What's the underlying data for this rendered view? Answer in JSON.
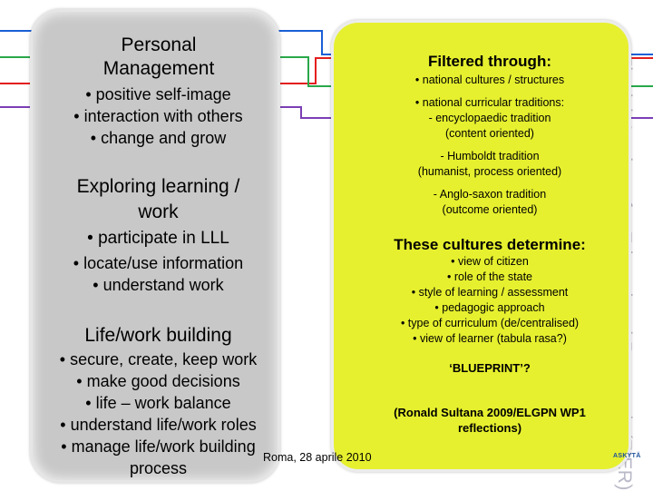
{
  "watermark": "Finnish Institute for Educational Research (FIER)",
  "left": {
    "title1": "Personal",
    "title2": "Management",
    "items1": [
      "• positive self-image",
      "• interaction with others",
      "• change and grow"
    ],
    "section2_line1": "Exploring learning /",
    "section2_line2": "work",
    "items2": [
      "• participate in LLL",
      "• locate/use information",
      "• understand work"
    ],
    "section3": "Life/work building",
    "items3": [
      "• secure, create, keep work",
      "• make good decisions",
      "• life – work balance",
      "• understand life/work roles",
      "• manage life/work building",
      "process"
    ]
  },
  "right": {
    "filtered_heading": "Filtered through:",
    "filtered_items": [
      "• national cultures / structures",
      "• national curricular traditions:",
      "- encyclopaedic tradition",
      "(content oriented)",
      "- Humboldt tradition",
      "(humanist, process oriented)",
      "- Anglo-saxon tradition",
      "(outcome oriented)"
    ],
    "cultures_heading": "These cultures determine:",
    "cultures_items": [
      "• view of citizen",
      "• role of the state",
      "• style of learning / assessment",
      "• pedagogic approach",
      "• type of curriculum (de/centralised)",
      "• view of learner (tabula rasa?)"
    ],
    "blueprint": "‘BLUEPRINT’?",
    "citation_line1": "(Ronald Sultana 2009/ELGPN WP1",
    "citation_line2": "reflections)"
  },
  "footer": "Roma, 28 aprile 2010",
  "brand_text": "ASKYTÄ",
  "colors": {
    "left_box": "#c8c8c8",
    "right_box": "#e6f02e",
    "line_blue": "#1a5fd6",
    "line_red": "#e41e1e",
    "line_green": "#2aa84a",
    "line_purple": "#7b3fb5"
  }
}
